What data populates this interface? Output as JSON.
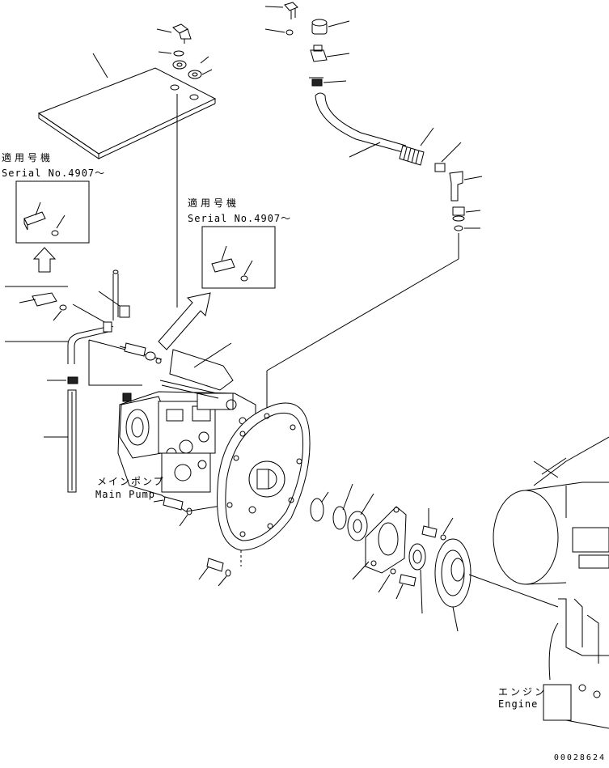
{
  "labels": {
    "serial_note_left_jp": "適用号機",
    "serial_note_left_en": "Serial No.4907～",
    "serial_note_right_jp": "適用号機",
    "serial_note_right_en": "Serial No.4907～",
    "main_pump_jp": "メインポンプ",
    "main_pump_en": "Main Pump",
    "engine_jp": "エンジン",
    "engine_en": "Engine"
  },
  "document_number": "00028624"
}
